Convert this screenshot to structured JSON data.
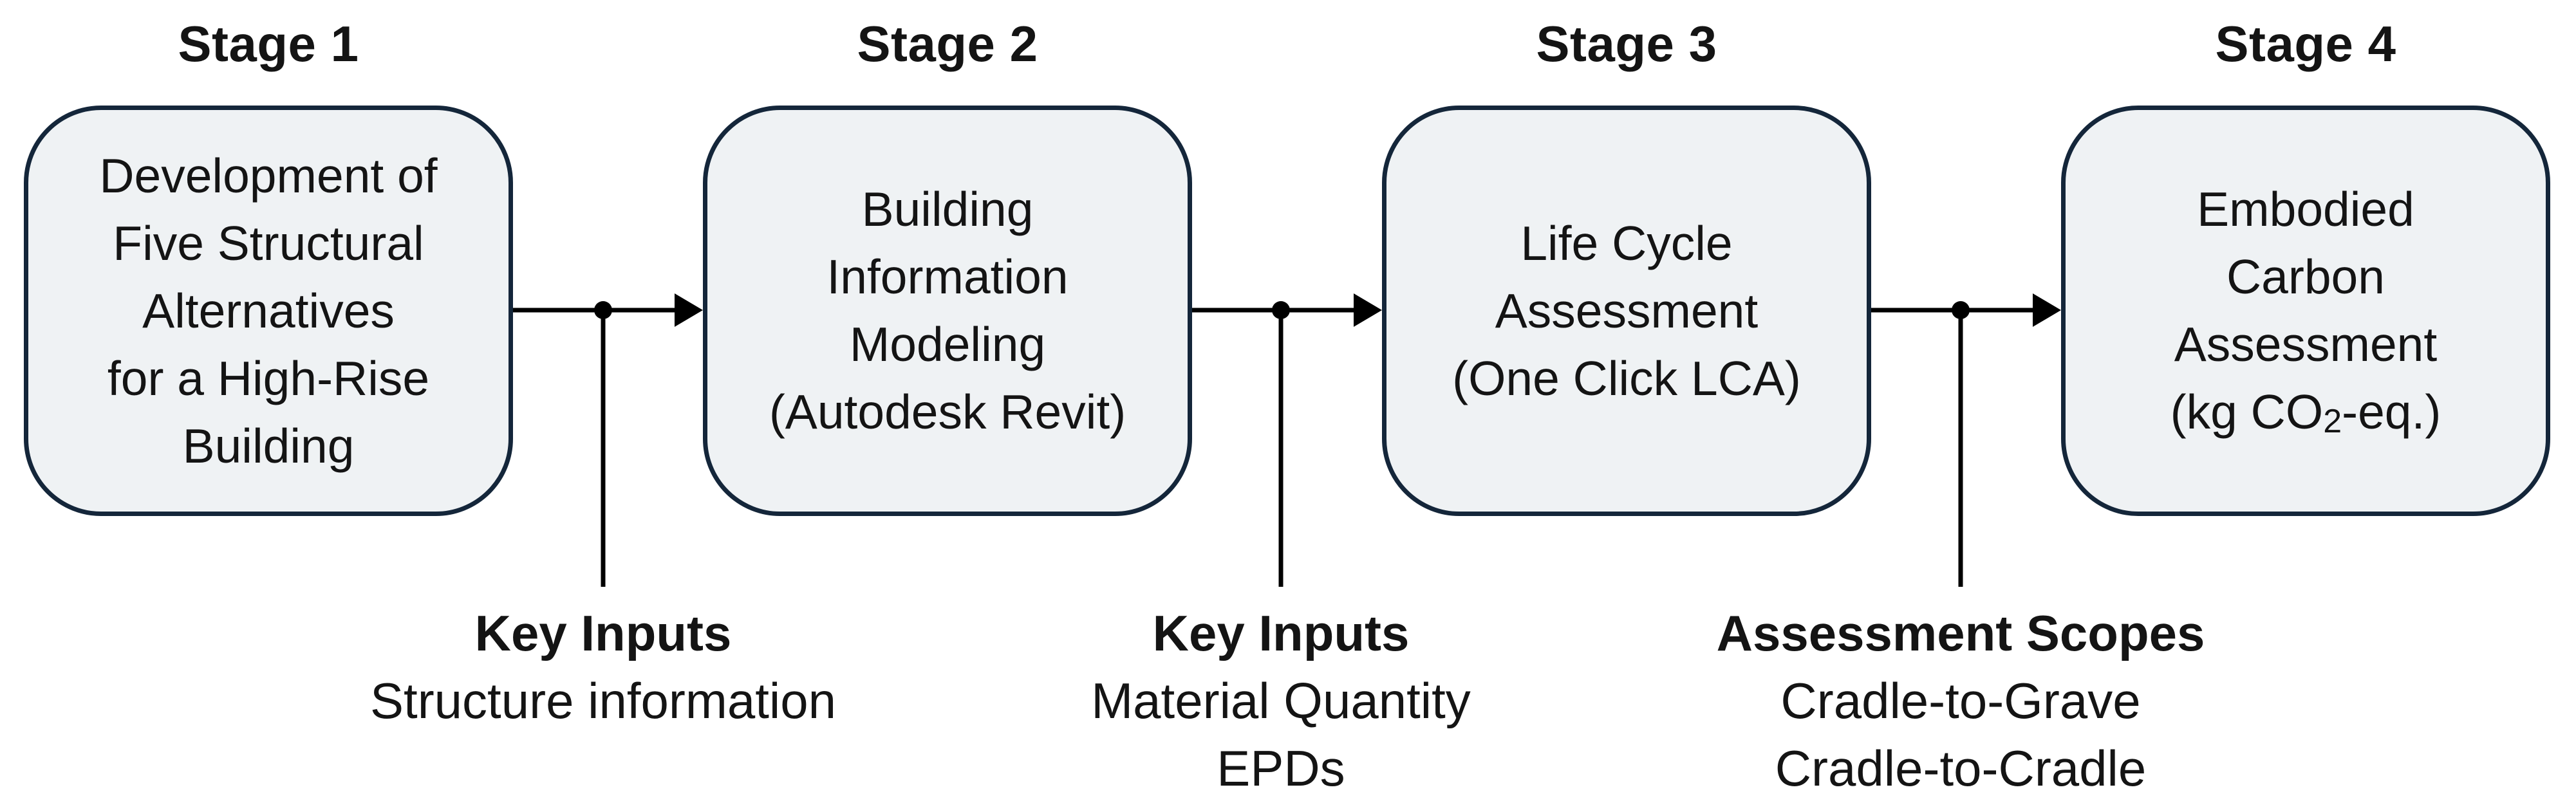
{
  "stages": [
    {
      "title": "Stage 1",
      "text": "Development of\nFive Structural\nAlternatives\nfor a High-Rise\nBuilding"
    },
    {
      "title": "Stage 2",
      "text": "Building\nInformation\nModeling\n(Autodesk Revit)"
    },
    {
      "title": "Stage 3",
      "text": "Life Cycle\nAssessment\n(One Click LCA)"
    },
    {
      "title": "Stage 4",
      "text_before_sub": "Embodied\nCarbon\nAssessment\n(kg CO",
      "subscript": "2",
      "text_after_sub": "-eq.)"
    }
  ],
  "inputs": [
    {
      "title": "Key Inputs",
      "lines": [
        "Structure information"
      ]
    },
    {
      "title": "Key Inputs",
      "lines": [
        "Material Quantity",
        "EPDs"
      ]
    },
    {
      "title": "Assessment Scopes",
      "lines": [
        "Cradle-to-Grave",
        "Cradle-to-Cradle"
      ]
    }
  ],
  "colors": {
    "box_fill": "#eff2f4",
    "box_border": "#14263a",
    "connector": "#000000",
    "text": "#141414"
  }
}
